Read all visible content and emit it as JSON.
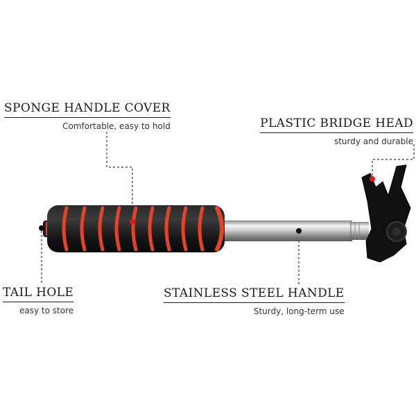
{
  "callouts": {
    "sponge": {
      "title": "SPONGE HANDLE COVER",
      "subtitle": "Comfortable, easy to hold"
    },
    "bridge": {
      "title": "PLASTIC BRIDGE HEAD",
      "subtitle": "sturdy and durable"
    },
    "tail": {
      "title": "TAIL HOLE",
      "subtitle": "easy to store"
    },
    "steel": {
      "title": "STAINLESS STEEL HANDLE",
      "subtitle": "Sturdy, long-term use"
    }
  },
  "colors": {
    "grip": "#141414",
    "grip_ring": "#e0452a",
    "marker": "#e01b1b",
    "steel": "#c9c9c9",
    "head": "#111111",
    "leader": "#333333"
  }
}
